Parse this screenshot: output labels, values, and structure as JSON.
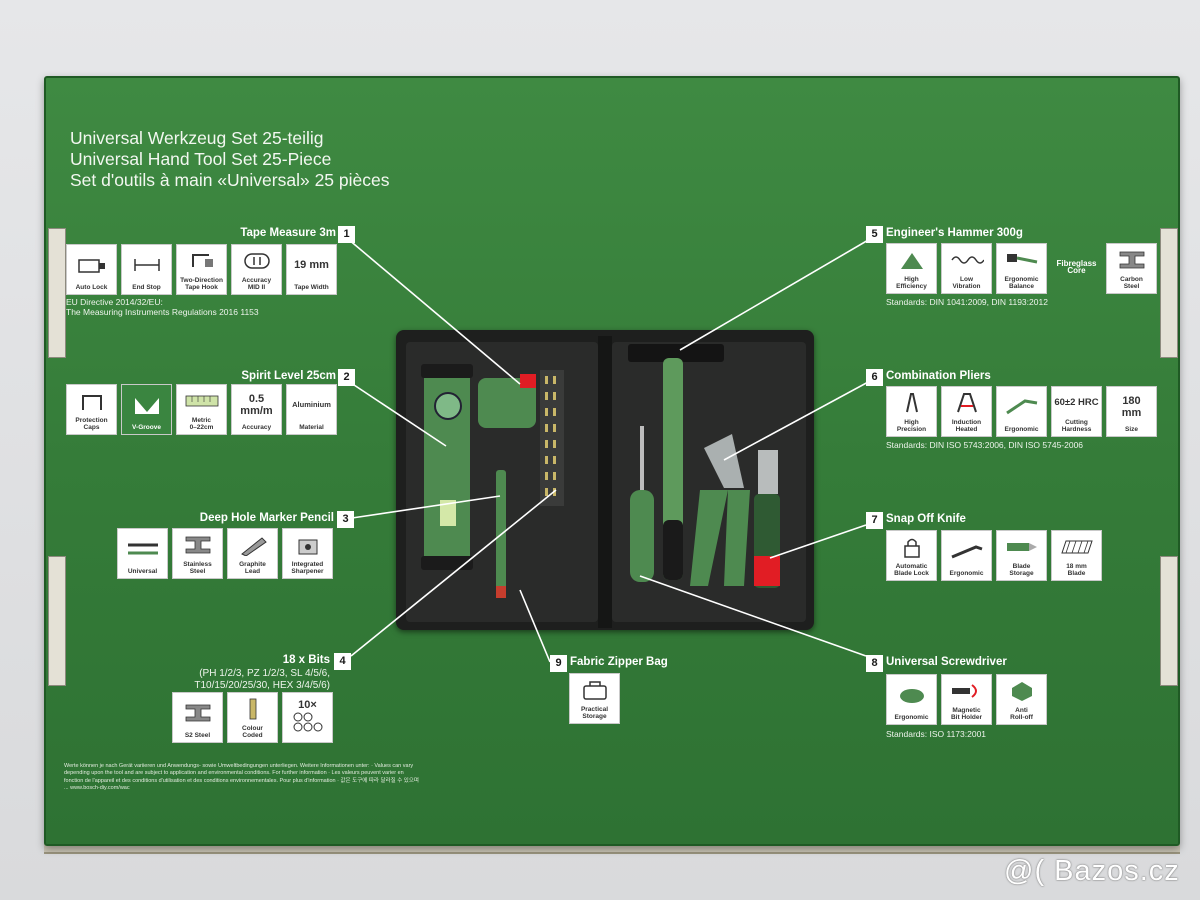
{
  "box_titles": [
    "Universal Werkzeug Set 25-teilig",
    "Universal Hand Tool Set 25-Piece",
    "Set d'outils à main «Universal» 25 pièces"
  ],
  "features": {
    "tape_measure": {
      "number": "1",
      "heading": "Tape Measure 3m",
      "icons": [
        "Auto Lock",
        "End Stop",
        "Two-Direction\nTape Hook",
        "Accuracy\nMID II",
        "Tape Width"
      ],
      "icon_values": {
        "width": "19 mm"
      },
      "note_1": "EU Directive 2014/32/EU:",
      "note_2": "The Measuring Instruments Regulations 2016 1153"
    },
    "spirit_level": {
      "number": "2",
      "heading": "Spirit Level 25cm",
      "icons": [
        "Protection\nCaps",
        "V-Groove",
        "Metric\n0–22cm",
        "Accuracy",
        "Material"
      ],
      "icon_values": {
        "accuracy": "0.5\nmm/m",
        "material": "Aluminium"
      }
    },
    "pencil": {
      "number": "3",
      "heading": "Deep Hole Marker Pencil",
      "icons": [
        "Universal",
        "Stainless\nSteel",
        "Graphite\nLead",
        "Integrated\nSharpener"
      ]
    },
    "bits": {
      "number": "4",
      "heading": "18 x Bits",
      "sub_1": "(PH 1/2/3, PZ 1/2/3, SL 4/5/6,",
      "sub_2": "T10/15/20/25/30, HEX 3/4/5/6)",
      "icons": [
        "S2 Steel",
        "Colour\nCoded"
      ],
      "icon_values": {
        "count": "10×"
      }
    },
    "hammer": {
      "number": "5",
      "heading": "Engineer's Hammer 300g",
      "icons": [
        "High\nEfficiency",
        "Low\nVibration",
        "Ergonomic\nBalance",
        "Fibreglass\nCore",
        "Carbon\nSteel"
      ],
      "standards": "Standards: DIN 1041:2009, DIN 1193:2012"
    },
    "pliers": {
      "number": "6",
      "heading": "Combination Pliers",
      "icons": [
        "High\nPrecision",
        "Induction\nHeated",
        "Ergonomic",
        "Cutting\nHardness",
        "Size"
      ],
      "icon_values": {
        "hardness": "60±2 HRC",
        "size": "180\nmm"
      },
      "standards": "Standards: DIN ISO 5743:2006, DIN ISO 5745-2006"
    },
    "knife": {
      "number": "7",
      "heading": "Snap Off Knife",
      "icons": [
        "Automatic\nBlade Lock",
        "Ergonomic",
        "Blade\nStorage",
        "18 mm\nBlade"
      ]
    },
    "screwdriver": {
      "number": "8",
      "heading": "Universal Screwdriver",
      "icons": [
        "Ergonomic",
        "Magnetic\nBit Holder",
        "Anti\nRoll-off"
      ],
      "standards": "Standards: ISO 1173:2001"
    },
    "bag": {
      "number": "9",
      "heading": "Fabric Zipper Bag",
      "icons": [
        "Practical\nStorage"
      ]
    }
  },
  "disclaimer": "Werte können je nach Gerät variieren und Anwendungs- sowie Umweltbedingungen unterliegen. Weitere Informationen unter: · Values can vary depending upon the tool and are subject to application and environmental conditions. For further information · Les valeurs peuvent varier en fonction de l'appareil et des conditions d'utilisation et des conditions environnementales. Pour plus d'information · 값은 도구에 따라 달라질 수 있으며 ... www.bosch-diy.com/wac",
  "watermark": "@( Bazos.cz",
  "colors": {
    "box_green": "#3a8540",
    "bag": "#1e1f1e",
    "panel_white": "#ffffff"
  }
}
